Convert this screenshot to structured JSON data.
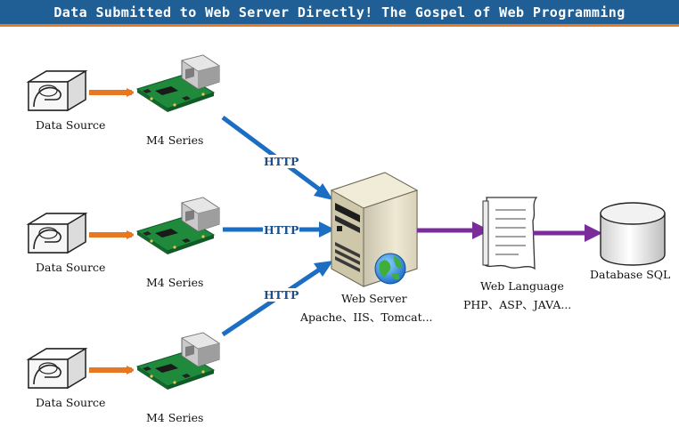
{
  "header": {
    "title": "Data Submitted to Web Server Directly! The Gospel of Web Programming"
  },
  "sources": [
    {
      "label": "Data Source",
      "module": "M4 Series",
      "link": "HTTP"
    },
    {
      "label": "Data Source",
      "module": "M4 Series",
      "link": "HTTP"
    },
    {
      "label": "Data Source",
      "module": "M4 Series",
      "link": "HTTP"
    }
  ],
  "server": {
    "title": "Web Server",
    "subtitle": "Apache、IIS、Tomcat..."
  },
  "language": {
    "title": "Web Language",
    "subtitle": "PHP、ASP、JAVA..."
  },
  "database": {
    "label": "Database SQL"
  },
  "colors": {
    "header_bg": "#1f5f95",
    "header_rule": "#e87722",
    "arrow_orange": "#e87722",
    "arrow_blue": "#1b6ec2",
    "arrow_purple": "#7b2c9b",
    "pcb_green": "#1f8a3c"
  }
}
